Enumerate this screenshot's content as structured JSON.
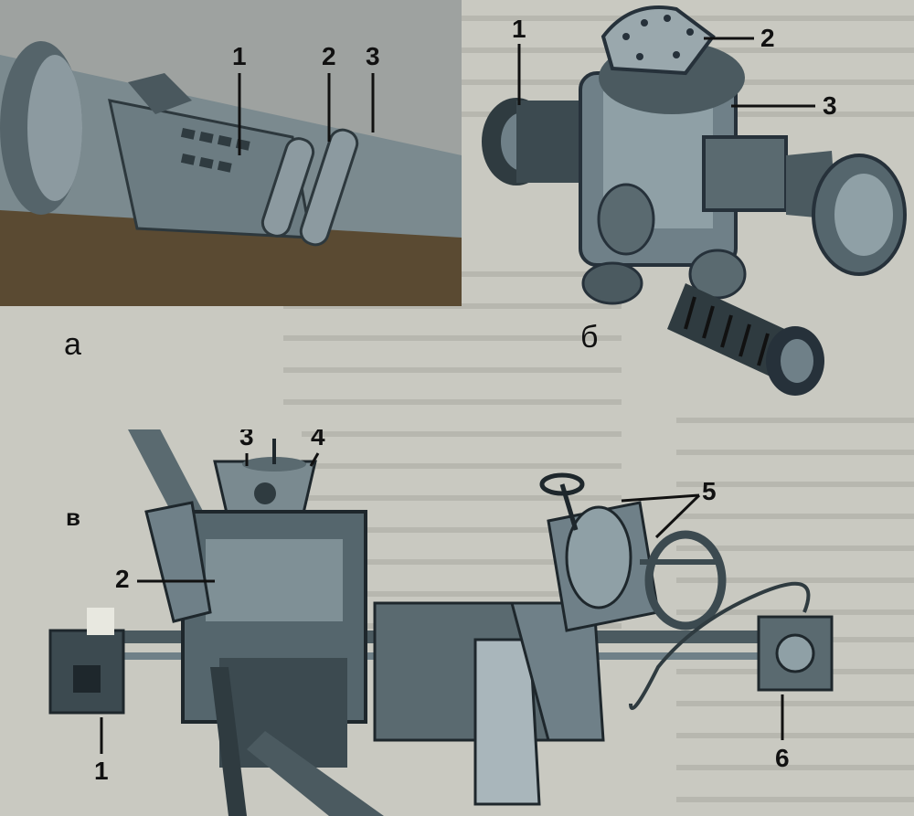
{
  "panels": {
    "a": {
      "letter": "а",
      "callouts": [
        "1",
        "2",
        "3"
      ]
    },
    "b": {
      "letter": "б",
      "callouts": [
        "1",
        "2",
        "3"
      ]
    },
    "v": {
      "letter": "в",
      "callouts": [
        "3",
        "4",
        "2",
        "5",
        "1",
        "6"
      ]
    }
  },
  "colors": {
    "page": "#c9c9c1",
    "metal_dark": "#3c4a50",
    "metal_mid": "#6f8088",
    "metal_light": "#a9b6bb",
    "barrel_brown": "#5a4a32",
    "callout_line": "#111111"
  }
}
